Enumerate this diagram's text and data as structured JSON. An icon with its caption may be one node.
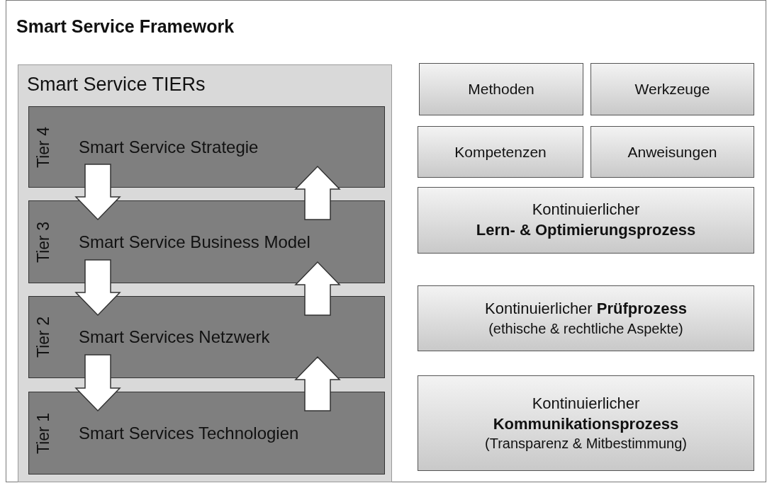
{
  "diagram": {
    "nodes": [
      {
        "text": [
          "Smart Service Framework"
        ]
      },
      {
        "text": [
          "Smart Service TIERs"
        ],
        "in": 0
      },
      {
        "text": [
          "Tier 4",
          "Smart Service Strategie"
        ],
        "in": 1
      },
      {
        "text": [
          "Tier 3",
          "Smart Service Business Model"
        ],
        "in": 1
      },
      {
        "text": [
          "Tier 2",
          "Smart Services Netzwerk"
        ],
        "in": 1
      },
      {
        "text": [
          "Tier 1",
          "Smart Services Technologien"
        ],
        "in": 1
      },
      {
        "text": [
          "Methoden"
        ],
        "in": 0
      },
      {
        "text": [
          "Werkzeuge"
        ],
        "in": 0
      },
      {
        "text": [
          "Kompetenzen"
        ],
        "in": 0
      },
      {
        "text": [
          "Anweisungen"
        ],
        "in": 0
      },
      {
        "text": [
          "Kontinuierlicher **Lern- & Optimierungsprozess**"
        ],
        "in": 0
      },
      {
        "text": [
          "Kontinuierlicher **Prüfprozess**",
          "(ethische & rechtliche Aspekte)"
        ],
        "in": 0
      },
      {
        "text": [
          "Kontinuierlicher **Kommunikationsprozess**",
          "(Transparenz & Mitbestimmung)"
        ],
        "in": 0
      }
    ],
    "edges": [
      {
        "from": 2,
        "to": 3,
        "arrow": "to"
      },
      {
        "from": 3,
        "to": 4,
        "arrow": "to"
      },
      {
        "from": 4,
        "to": 5,
        "arrow": "to"
      },
      {
        "from": 3,
        "to": 2,
        "arrow": "to"
      },
      {
        "from": 4,
        "to": 3,
        "arrow": "to"
      },
      {
        "from": 5,
        "to": 4,
        "arrow": "to"
      }
    ]
  }
}
